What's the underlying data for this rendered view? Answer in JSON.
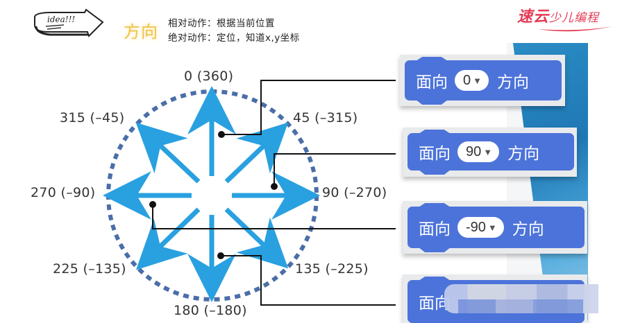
{
  "header": {
    "badge_text": "idea!!!",
    "title": "方向",
    "line1": "相对动作：根据当前位置",
    "line2": "绝对动作：定位，知道x,y坐标"
  },
  "brand": {
    "main": "速云",
    "sub": "少儿编程"
  },
  "diagram": {
    "directions": [
      {
        "label": "0 (360)",
        "angle": 0
      },
      {
        "label": "45 (–315)",
        "angle": 45
      },
      {
        "label": "90 (–270)",
        "angle": 90
      },
      {
        "label": "135 (–225)",
        "angle": 135
      },
      {
        "label": "180 (–180)",
        "angle": 180
      },
      {
        "label": "225 (–135)",
        "angle": 225
      },
      {
        "label": "270 (–90)",
        "angle": 270
      },
      {
        "label": "315 (–45)",
        "angle": 315
      }
    ],
    "colors": {
      "arrow": "#29a0e0",
      "circle": "#4a6ea8",
      "connector": "#111111"
    }
  },
  "blocks": [
    {
      "prefix": "面向",
      "value": "0",
      "suffix": "方向"
    },
    {
      "prefix": "面向",
      "value": "90",
      "suffix": "方向"
    },
    {
      "prefix": "面向",
      "value": "-90",
      "suffix": "方向"
    },
    {
      "prefix": "面向",
      "value": "",
      "suffix": ""
    }
  ],
  "block_color": "#4c73d9",
  "dropdown_glyph": "▼"
}
